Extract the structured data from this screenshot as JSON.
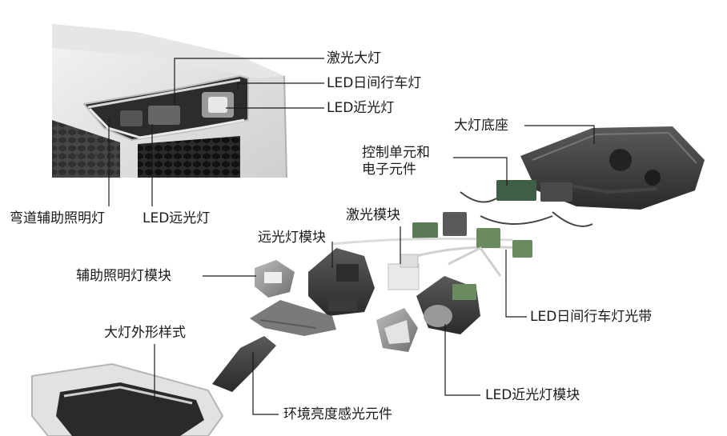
{
  "labels": {
    "laser_headlight": "激光大灯",
    "led_drl": "LED日间行车灯",
    "led_low_beam": "LED近光灯",
    "headlight_base": "大灯底座",
    "control_unit_line1": "控制单元和",
    "control_unit_line2": "电子元件",
    "cornering_light": "弯道辅助照明灯",
    "led_high_beam": "LED远光灯",
    "laser_module": "激光模块",
    "high_beam_module": "远光灯模块",
    "aux_light_module": "辅助照明灯模块",
    "drl_light_strip": "LED日间行车灯光带",
    "headlight_style": "大灯外形样式",
    "led_low_beam_module": "LED近光灯模块",
    "ambient_light_sensor": "环境亮度感光元件"
  }
}
